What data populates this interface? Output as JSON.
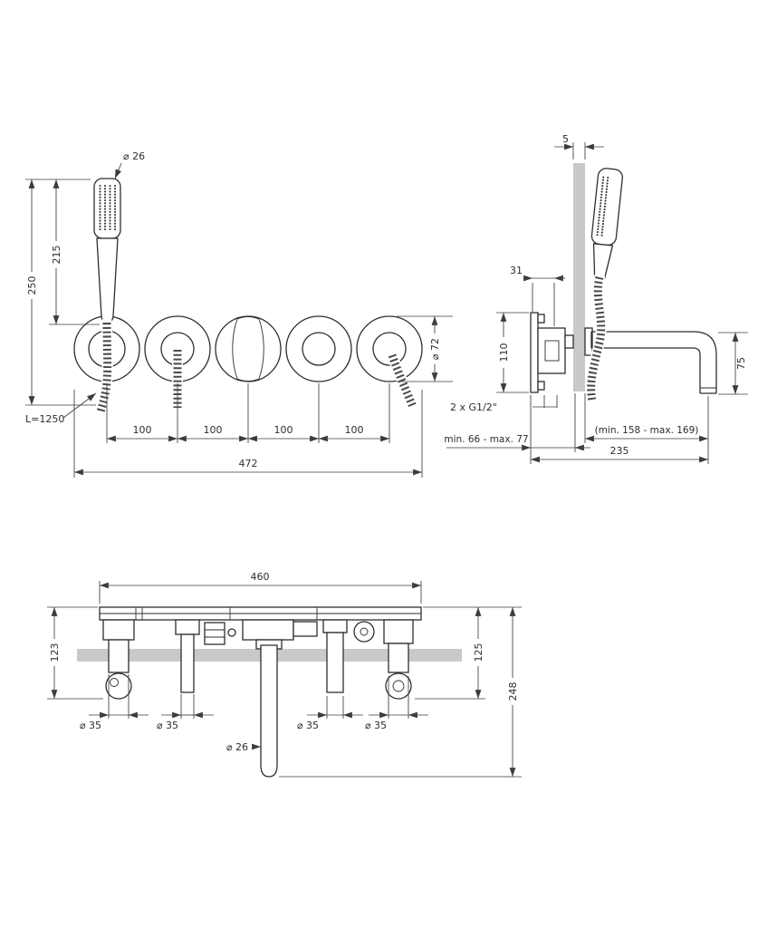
{
  "views": {
    "front": {
      "shower_head_diameter": "⌀ 26",
      "shower_length": "215",
      "height_above_axis": "250",
      "hose_length": "L=1250",
      "spacing": [
        "100",
        "100",
        "100",
        "100"
      ],
      "total_width": "472",
      "rosette_diameter": "⌀ 72"
    },
    "side": {
      "wall_plate_thickness": "5",
      "inlet_spacing": "31",
      "body_height": "110",
      "connection_thread": "2 x G1/2\"",
      "spout_drop": "75",
      "wall_depth_range": "min. 66 - max. 77",
      "spout_reach_range": "(min. 158 - max. 169)",
      "total_reach": "235"
    },
    "top": {
      "total_width": "460",
      "left_depth": "123",
      "right_depth": "125",
      "total_depth": "248",
      "valve_diameters": [
        "⌀ 35",
        "⌀ 35",
        "⌀ 35",
        "⌀ 35"
      ],
      "spout_pipe_diameter": "⌀ 26"
    }
  }
}
